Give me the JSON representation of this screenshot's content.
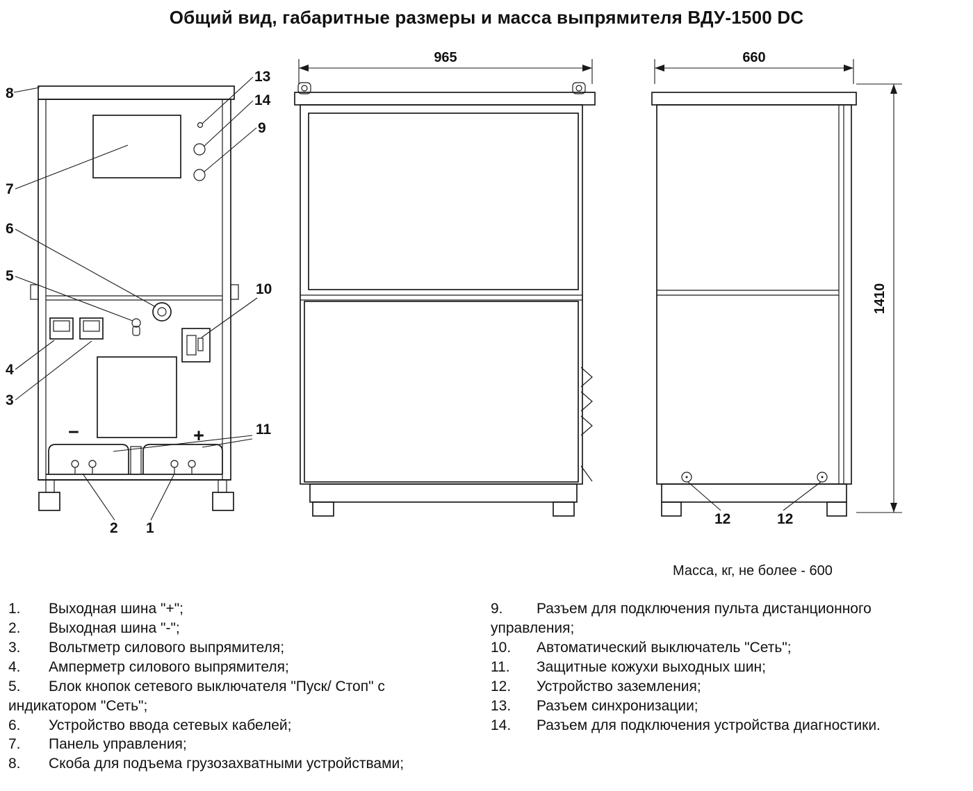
{
  "title": "Общий вид, габаритные размеры и масса выпрямителя ВДУ-1500 DC",
  "dims": {
    "width_side": "965",
    "width_back": "660",
    "height": "1410"
  },
  "mass_note": "Масса, кг, не более - 600",
  "front_panel": {
    "minus_label": "−",
    "plus_label": "+"
  },
  "callouts": {
    "n1": "1",
    "n2": "2",
    "n3": "3",
    "n4": "4",
    "n5": "5",
    "n6": "6",
    "n7": "7",
    "n8": "8",
    "n9": "9",
    "n10": "10",
    "n11": "11",
    "n12": "12",
    "n13": "13",
    "n14": "14"
  },
  "legend": {
    "left": [
      {
        "num": "1.",
        "text": "Выходная шина \"+\";"
      },
      {
        "num": "2.",
        "text": "Выходная шина \"-\";"
      },
      {
        "num": "3.",
        "text": "Вольтметр силового выпрямителя;"
      },
      {
        "num": "4.",
        "text": "Амперметр силового выпрямителя;"
      },
      {
        "num": "5.",
        "text": "Блок кнопок сетевого выключателя \"Пуск/ Стоп\" с индикатором \"Сеть\";"
      },
      {
        "num": "6.",
        "text": "Устройство ввода сетевых кабелей;"
      },
      {
        "num": "7.",
        "text": "Панель управления;"
      },
      {
        "num": "8.",
        "text": "Скоба для подъема грузозахватными устройствами;"
      }
    ],
    "right": [
      {
        "num": "9.",
        "text": "Разъем для подключения пульта дистанционного управления;"
      },
      {
        "num": "10.",
        "text": "Автоматический выключатель \"Сеть\";"
      },
      {
        "num": "11.",
        "text": "Защитные кожухи выходных шин;"
      },
      {
        "num": "12.",
        "text": "Устройство заземления;"
      },
      {
        "num": "13.",
        "text": "Разъем синхронизации;"
      },
      {
        "num": "14.",
        "text": "Разъем для подключения устройства диагностики."
      }
    ]
  }
}
